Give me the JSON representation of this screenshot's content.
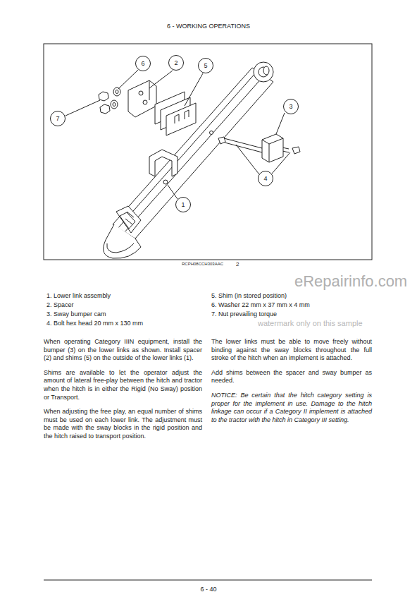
{
  "diagram": {
    "title": "6 - WORKING OPERATIONS",
    "nodes": [
      {
        "text": [
          "6"
        ]
      },
      {
        "text": [
          "2"
        ]
      },
      {
        "text": [
          "5"
        ]
      },
      {
        "text": [
          "3"
        ]
      },
      {
        "text": [
          "7"
        ]
      },
      {
        "text": [
          "4"
        ]
      },
      {
        "text": [
          "1"
        ]
      }
    ],
    "labels": [
      "RCPH08CCH303AAC",
      "2",
      "1. Lower link assembly",
      "2. Spacer",
      "3. Sway bumper cam",
      "4. Bolt hex head 20 mm x 130 mm",
      "5. Shim (in stored position)",
      "6. Washer 22 mm x 37 mm x 4 mm",
      "7. Nut prevailing torque",
      "eRepairinfo.com",
      "watermark only on this sample",
      "When operating Category IIIN equipment, install the bumper (3) on the lower links as shown. Install spacer (2) and shims (5) on the outside of the lower links (1).",
      "Shims are available to let the operator adjust the amount of lateral free-play between the hitch and tractor when the hitch is in either the Rigid (No Sway) position or Transport.",
      "When adjusting the free play, an equal number of shims must be used on each lower link. The adjustment must be made with the sway blocks in the rigid position and the hitch raised to transport position.",
      "The lower links must be able to move freely without binding against the sway blocks throughout the full stroke of the hitch when an implement is attached.",
      "Add shims between the spacer and sway bumper as needed.",
      "NOTICE: Be certain that the hitch category setting is proper for the implement in use. Damage to the hitch linkage can occur if a Category II implement is attached to the tractor with the hitch in Category III setting.",
      "6 - 40"
    ]
  }
}
